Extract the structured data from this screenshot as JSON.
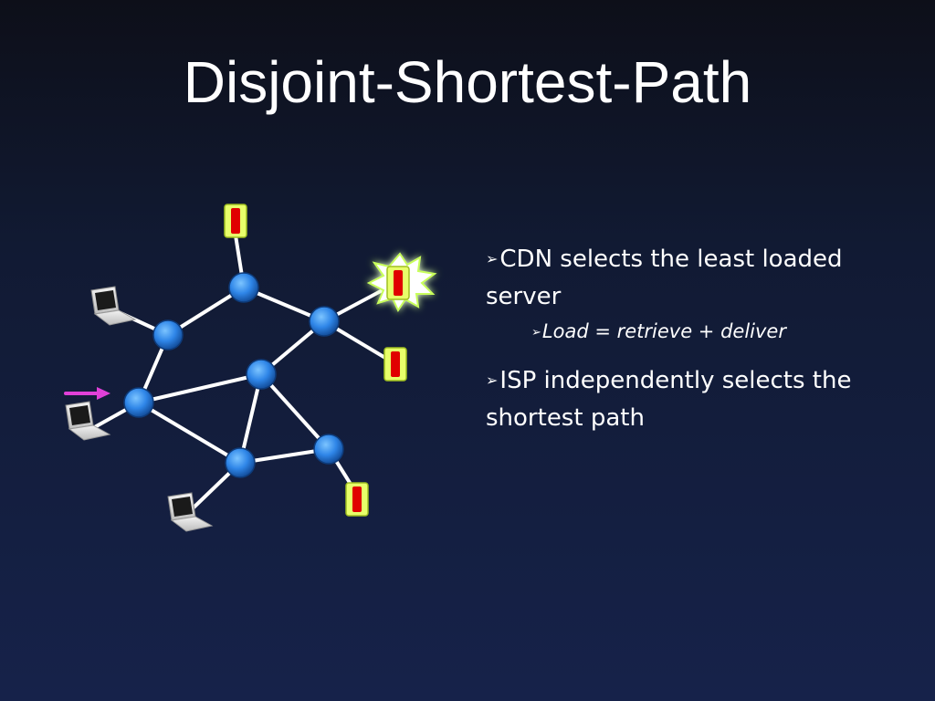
{
  "slide": {
    "title": "Disjoint-Shortest-Path"
  },
  "bullets": [
    {
      "marker": "➢",
      "text": "CDN selects the least loaded server"
    },
    {
      "marker": "➢",
      "text": "Load = retrieve + deliver"
    },
    {
      "marker": "➢",
      "text": "ISP independently selects the shortest path"
    }
  ],
  "colors": {
    "node": "#2f86e8",
    "edge": "#ffffff",
    "arrow": "#e040d8",
    "server_body": "#e8ff6a",
    "server_alert": "#e00000",
    "burst": "#ffffff"
  }
}
